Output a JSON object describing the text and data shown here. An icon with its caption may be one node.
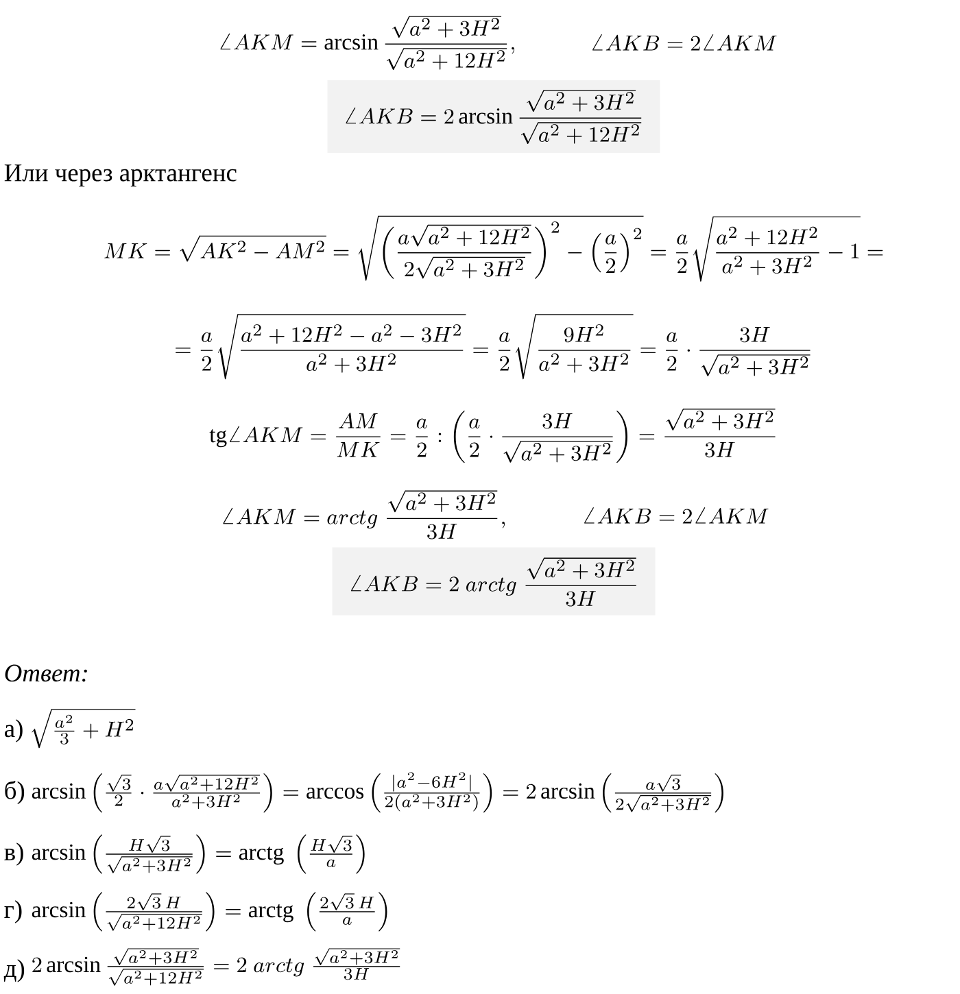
{
  "diagram": {
    "nodes": [
      {
        "text": [
          "\\angle AKB = 2\\arcsin\\frac{\\sqrt{a^2+3H^2}}{\\sqrt{a^2+12H^2}}"
        ]
      },
      {
        "text": [
          "\\angle AKB = 2\\ arctg\\ \\frac{\\sqrt{a^2+3H^2}}{3H}"
        ]
      }
    ],
    "labels": [
      "\\angle AKM = \\arcsin\\frac{\\sqrt{a^2+3H^2}}{\\sqrt{a^2+12H^2}},",
      "\\angle AKB = 2\\angle AKM",
      "Или через арктангенс",
      "MK=\\sqrt{AK^2-AM^2}=\\sqrt{\\biggl(\\frac{a\\sqrt{a^2+12H^2}}{2\\sqrt{a^2+3H^2}}\\biggr)^2-\\left(\\frac{a}{2}\\right)^2}=\\frac{a}{2}\\sqrt{\\frac{a^2+12H^2}{a^2+3H^2}-1}=",
      "=\\frac{a}{2}\\sqrt{\\frac{a^2+12H^2-a^2-3H^2}{a^2+3H^2}}=\\frac{a}{2}\\sqrt{\\frac{9H^2}{a^2+3H^2}}=\\frac{a}{2}\\cdot\\frac{3H}{\\sqrt{a^2+3H^2}}",
      "\\mathrm{tg}\\angle AKM=\\frac{AM}{MK}=\\frac{a}{2}:\\left(\\frac{a}{2}\\cdot\\frac{3H}{\\sqrt{a^2+3H^2}}\\right)=\\frac{\\sqrt{a^2+3H^2}}{3H}",
      "\\angle AKM = arctg\\ \\frac{\\sqrt{a^2+3H^2}}{3H},",
      "\\angle AKB = 2\\angle AKM",
      "Ответ:",
      "а)",
      "\\sqrt{\\frac{a^2}{3}+H^2}",
      "б)",
      "\\arcsin\\left(\\frac{\\sqrt{3}}{2}\\cdot\\frac{a\\sqrt{a^2+12H^2}}{a^2+3H^2}\\right)=\\arccos\\left(\\frac{|a^2-6H^2|}{2(a^2+3H^2)}\\right)=2\\arcsin\\left(\\frac{a\\sqrt{3}}{2\\sqrt{a^2+3H^2}}\\right)",
      "в)",
      "\\arcsin\\left(\\frac{H\\sqrt{3}}{\\sqrt{a^2+3H^2}}\\right)=\\mathrm{arctg}\\ \\left(\\frac{H\\sqrt{3}}{a}\\right)",
      "г)",
      "\\arcsin\\left(\\frac{2\\sqrt{3}\\,H}{\\sqrt{a^2+12H^2}}\\right)=\\mathrm{arctg}\\ \\left(\\frac{2\\sqrt{3}\\,H}{a}\\right)",
      "д)",
      "2\\arcsin\\frac{\\sqrt{a^2+3H^2}}{\\sqrt{a^2+12H^2}}=2\\ arctg\\ \\frac{\\sqrt{a^2+3H^2}}{3H}"
    ]
  }
}
